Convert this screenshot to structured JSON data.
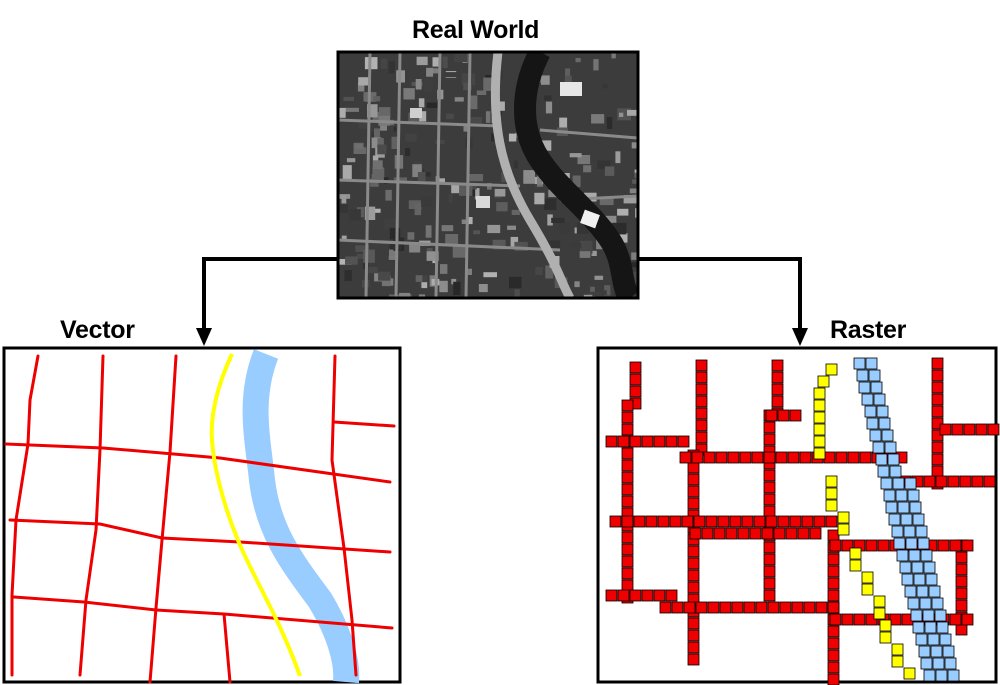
{
  "titles": {
    "real_world": "Real World",
    "vector": "Vector",
    "raster": "Raster"
  },
  "colors": {
    "road": "#ee0000",
    "railway": "#ffff00",
    "river": "#99ccff",
    "photo_background": "#3c3c3c",
    "frame": "#000000"
  }
}
